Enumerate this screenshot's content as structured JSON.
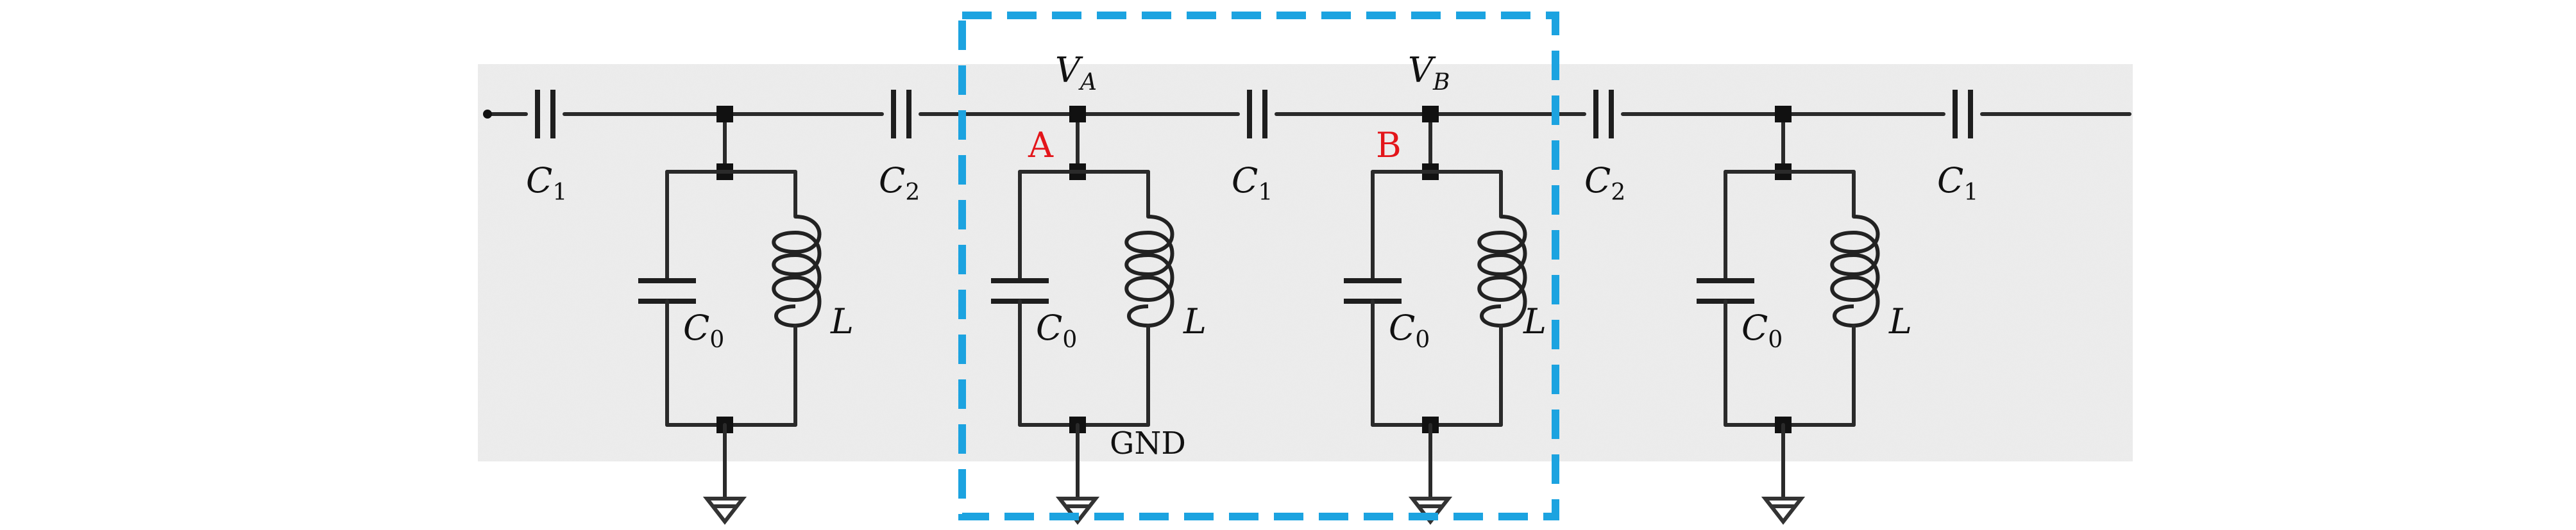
{
  "labels": {
    "c1": "C",
    "c1_sub": "1",
    "c2": "C",
    "c2_sub": "2",
    "c0": "C",
    "c0_sub": "0",
    "l": "L",
    "va": "V",
    "va_sub": "A",
    "vb": "V",
    "vb_sub": "B",
    "node_a": "A",
    "node_b": "B",
    "gnd": "GND"
  },
  "colors": {
    "highlight_box": "#1ca3e0",
    "node_labels": "#e3151a",
    "background_texture": "#e9e9e9"
  }
}
